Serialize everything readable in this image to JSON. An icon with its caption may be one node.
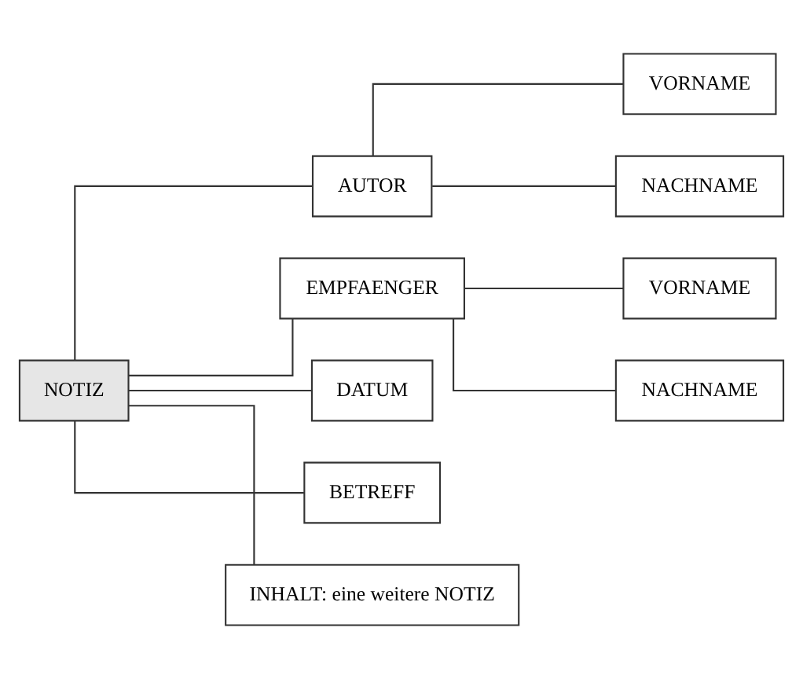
{
  "diagram": {
    "nodes": [
      {
        "text": [
          "NOTIZ"
        ]
      },
      {
        "text": [
          "AUTOR"
        ]
      },
      {
        "text": [
          "VORNAME"
        ]
      },
      {
        "text": [
          "NACHNAME"
        ]
      },
      {
        "text": [
          "EMPFAENGER"
        ]
      },
      {
        "text": [
          "VORNAME"
        ]
      },
      {
        "text": [
          "NACHNAME"
        ]
      },
      {
        "text": [
          "DATUM"
        ]
      },
      {
        "text": [
          "BETREFF"
        ]
      },
      {
        "text": [
          "INHALT: eine weitere NOTIZ"
        ]
      }
    ],
    "edges": [
      {
        "from": 0,
        "to": 1,
        "arrow": "none"
      },
      {
        "from": 1,
        "to": 2,
        "arrow": "none"
      },
      {
        "from": 1,
        "to": 3,
        "arrow": "none"
      },
      {
        "from": 0,
        "to": 4,
        "arrow": "none"
      },
      {
        "from": 4,
        "to": 5,
        "arrow": "none"
      },
      {
        "from": 4,
        "to": 6,
        "arrow": "none"
      },
      {
        "from": 0,
        "to": 7,
        "arrow": "none"
      },
      {
        "from": 0,
        "to": 8,
        "arrow": "none"
      },
      {
        "from": 0,
        "to": 9,
        "arrow": "none"
      }
    ]
  }
}
